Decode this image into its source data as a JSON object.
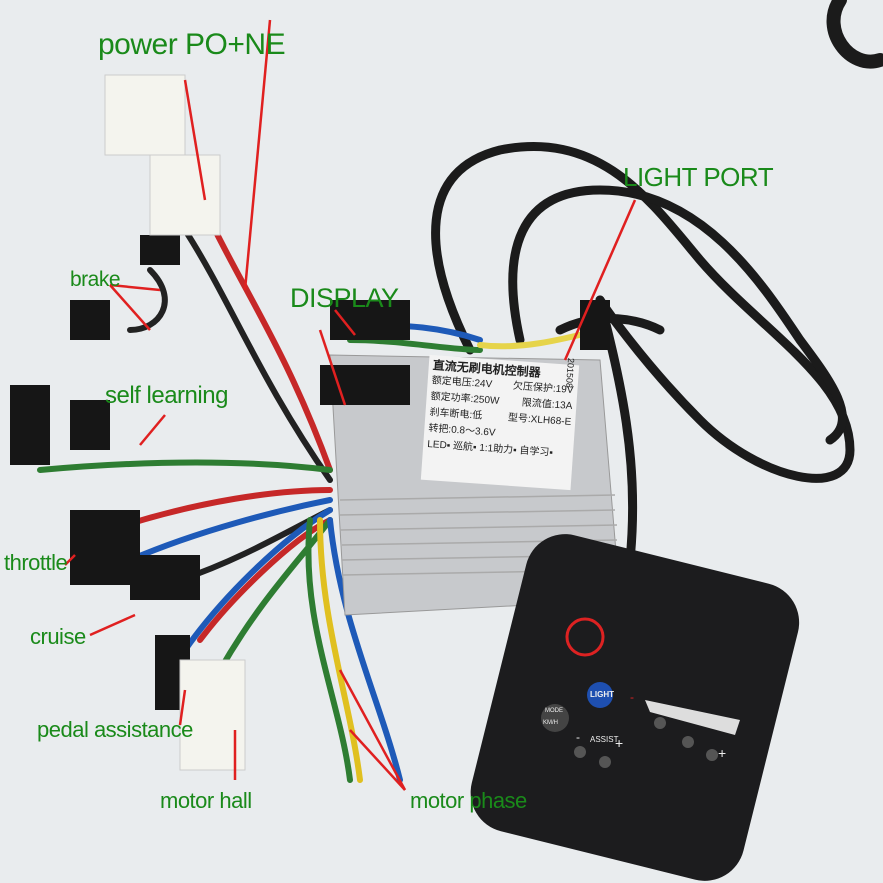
{
  "labels": {
    "power": "power PO+NE",
    "light_port": "LIGHT PORT",
    "brake": "brake",
    "display": "DISPLAY",
    "self_learning": "self learning",
    "throttle": "throttle",
    "cruise": "cruise",
    "pedal_assistance": "pedal assistance",
    "motor_hall": "motor hall",
    "motor_phase": "motor phase"
  },
  "controller_plate": {
    "title": "直流无刷电机控制器",
    "rated_voltage": "额定电压:24V",
    "undervoltage": "欠压保护:19V",
    "rated_power": "额定功率:250W",
    "current_limit": "限流值:13A",
    "brake": "刹车断电:低",
    "model": "型号:XLH68-E",
    "throttle": "转把:0.8～3.6V",
    "functions": "LED▪ 巡航▪ 1:1助力▪ 自学习▪",
    "lot": "201508"
  },
  "display_panel": {
    "light": "LIGHT",
    "mode": "MODE",
    "kmh": "KM/H",
    "assist": "ASSIST",
    "minus": "-",
    "plus": "+"
  },
  "colors": {
    "label": "#1a8a1a",
    "arrow": "#e02020"
  }
}
